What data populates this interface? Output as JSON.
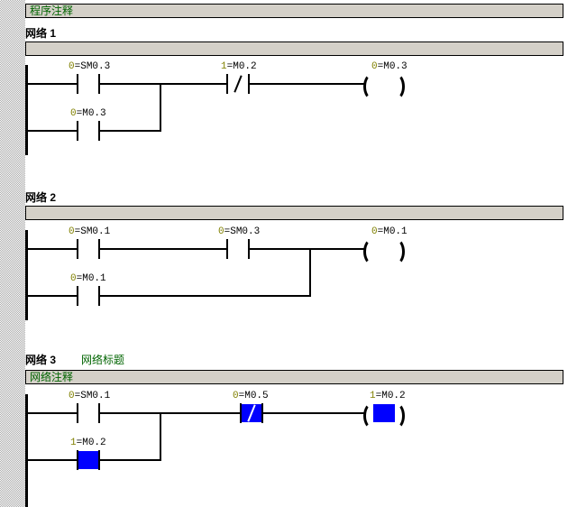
{
  "editor": {
    "kind": "ladder-logic-editor",
    "program_comment": "程序注释",
    "colors": {
      "energized": "#0000ff",
      "comment_text": "#006400",
      "status_value": "#808000",
      "comment_bar": "#d4d0c8",
      "wire": "#000000"
    }
  },
  "networks": [
    {
      "label": "网络 1",
      "title": "",
      "comment": "",
      "rungs": [
        {
          "elements": [
            {
              "type": "contact-no",
              "operand": "SM0.3",
              "value": "0",
              "energized": false
            },
            {
              "type": "contact-nc",
              "operand": "M0.2",
              "value": "1",
              "energized": false
            },
            {
              "type": "coil",
              "operand": "M0.3",
              "value": "0",
              "energized": false
            }
          ]
        },
        {
          "branch": true,
          "elements": [
            {
              "type": "contact-no",
              "operand": "M0.3",
              "value": "0",
              "energized": false
            }
          ]
        }
      ]
    },
    {
      "label": "网络 2",
      "title": "",
      "comment": "",
      "rungs": [
        {
          "elements": [
            {
              "type": "contact-no",
              "operand": "SM0.1",
              "value": "0",
              "energized": false
            },
            {
              "type": "contact-no",
              "operand": "SM0.3",
              "value": "0",
              "energized": false
            },
            {
              "type": "coil",
              "operand": "M0.1",
              "value": "0",
              "energized": false
            }
          ]
        },
        {
          "branch": true,
          "elements": [
            {
              "type": "contact-no",
              "operand": "M0.1",
              "value": "0",
              "energized": false
            }
          ]
        }
      ]
    },
    {
      "label": "网络 3",
      "title": "网络标题",
      "comment": "网络注释",
      "rungs": [
        {
          "elements": [
            {
              "type": "contact-no",
              "operand": "SM0.1",
              "value": "0",
              "energized": false
            },
            {
              "type": "contact-nc",
              "operand": "M0.5",
              "value": "0",
              "energized": true
            },
            {
              "type": "coil",
              "operand": "M0.2",
              "value": "1",
              "energized": true
            }
          ]
        },
        {
          "branch": true,
          "elements": [
            {
              "type": "contact-no",
              "operand": "M0.2",
              "value": "1",
              "energized": true
            }
          ]
        }
      ]
    }
  ]
}
